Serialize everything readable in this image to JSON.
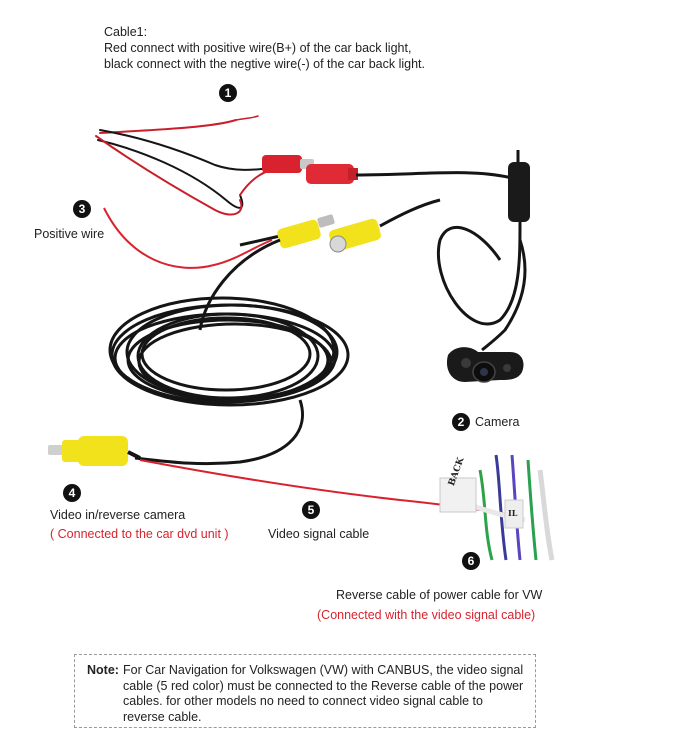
{
  "header": {
    "cable_title": "Cable1:",
    "line1": "Red connect with positive wire(B+) of the car back light,",
    "line2": "black connect with the negtive wire(-) of the car back light."
  },
  "callouts": {
    "c1": {
      "num": "1"
    },
    "c2": {
      "num": "2",
      "label": "Camera"
    },
    "c3": {
      "num": "3",
      "label": "Positive wire"
    },
    "c4": {
      "num": "4",
      "label": "Video in/reverse camera",
      "sub": "( Connected to the car dvd unit )"
    },
    "c5": {
      "num": "5",
      "label": "Video signal cable"
    },
    "c6": {
      "num": "6",
      "label": "Reverse cable of power cable for VW",
      "sub": "(Connected with the video signal cable)"
    }
  },
  "wire_tag": {
    "text": "BACK",
    "label2": "IL"
  },
  "note": {
    "label": "Note:",
    "text": "For Car Navigation for Volkswagen (VW) with CANBUS, the video signal cable (5 red color) must be connected to the Reverse cable of the power cables. for other models no need to connect video signal cable to reverse cable."
  },
  "colors": {
    "red_wire": "#d8232f",
    "black_wire": "#151515",
    "yellow_plug": "#f2e21b",
    "callout_red": "#d8232f"
  }
}
